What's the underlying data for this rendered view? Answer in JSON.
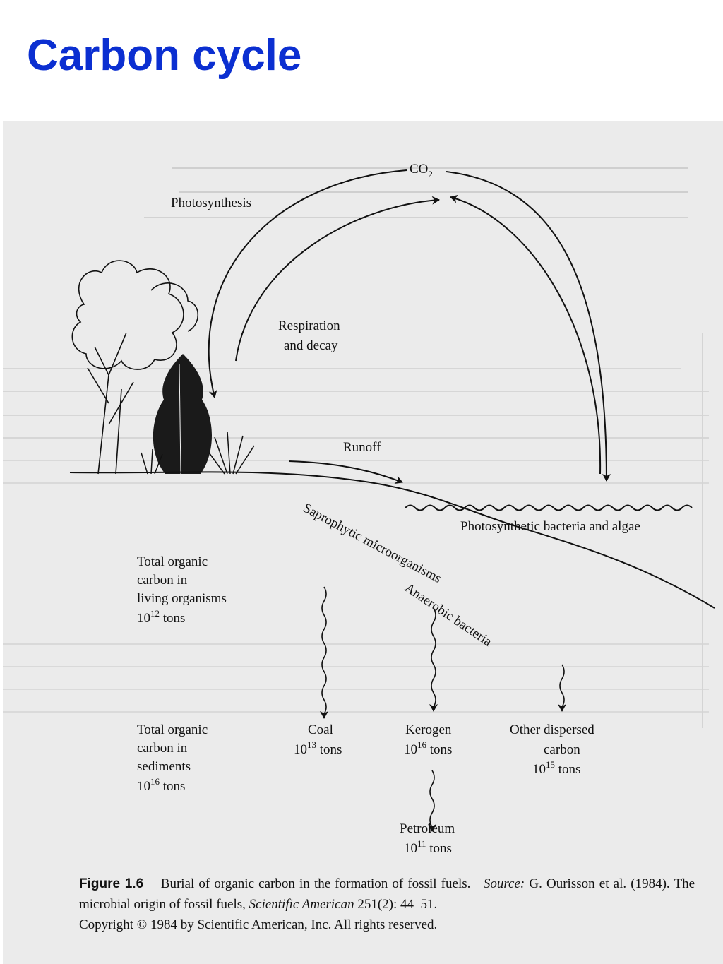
{
  "title": "Carbon cycle",
  "diagram": {
    "co2": "CO",
    "co2_sub": "2",
    "photosynthesis": "Photosynthesis",
    "respiration": [
      "Respiration",
      "and decay"
    ],
    "runoff": "Runoff",
    "saprophytic": "Saprophytic microorganisms",
    "anaerobic": "Anaerobic bacteria",
    "photosynthetic_bacteria": "Photosynthetic bacteria and algae",
    "living": {
      "lines": [
        "Total organic",
        "carbon in",
        "living organisms"
      ],
      "base": "10",
      "exp": "12",
      "unit": " tons"
    },
    "sediments": {
      "lines": [
        "Total organic",
        "carbon in",
        "sediments"
      ],
      "base": "10",
      "exp": "16",
      "unit": " tons"
    },
    "coal": {
      "name": "Coal",
      "base": "10",
      "exp": "13",
      "unit": " tons"
    },
    "kerogen": {
      "name": "Kerogen",
      "base": "10",
      "exp": "16",
      "unit": " tons"
    },
    "dispersed": {
      "lines": [
        "Other dispersed",
        "carbon"
      ],
      "base": "10",
      "exp": "15",
      "unit": " tons"
    },
    "petroleum": {
      "name": "Petroleum",
      "base": "10",
      "exp": "11",
      "unit": " tons"
    }
  },
  "caption": {
    "label": "Figure 1.6",
    "text": "Burial of organic carbon in the formation of fossil fuels.",
    "source_label": "Source:",
    "source_authors": "G. Ourisson et al. (1984). The microbial origin of fossil fuels,",
    "journal": "Scientific American",
    "citation": "251(2): 44–51.",
    "copyright": "Copyright © 1984 by Scientific American, Inc. All rights reserved."
  }
}
